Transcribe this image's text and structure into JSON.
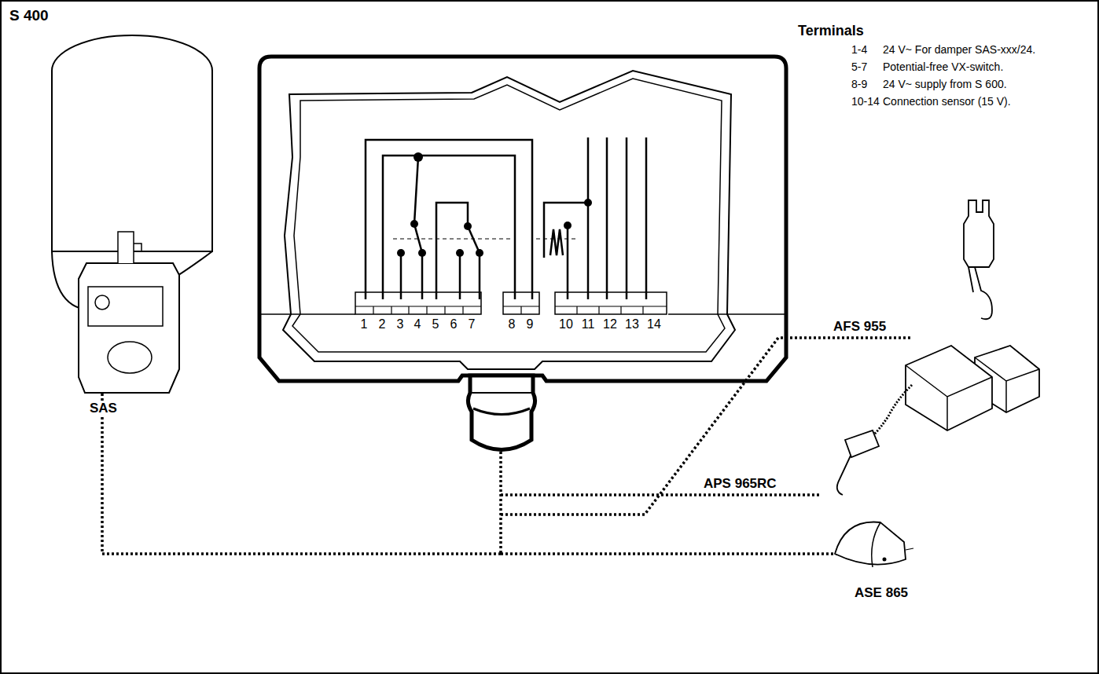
{
  "diagram": {
    "title": "S 400",
    "nodes": [
      {
        "text": [
          "SAS"
        ]
      },
      {
        "text": [
          "AFS 955"
        ]
      },
      {
        "text": [
          "APS 965RC"
        ]
      },
      {
        "text": [
          "ASE 865"
        ]
      }
    ],
    "labels": [
      "Terminals",
      "1-4",
      "24 V~ For damper SAS-xxx/24.",
      "5-7",
      "Potential-free VX-switch.",
      "8-9",
      "24 V~ supply from S 600.",
      "10-14",
      "Connection sensor (15 V).",
      "1",
      "2",
      "3",
      "4",
      "5",
      "6",
      "7",
      "8",
      "9",
      "10",
      "11",
      "12",
      "13",
      "14"
    ]
  }
}
